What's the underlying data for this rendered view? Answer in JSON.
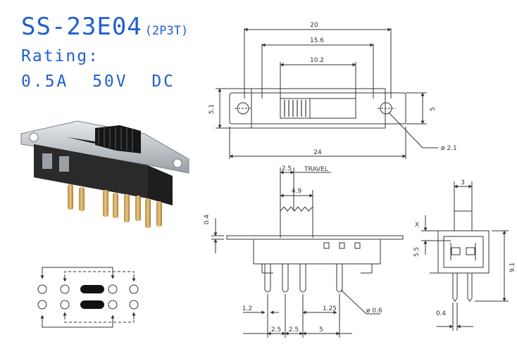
{
  "header": {
    "model": "SS-23E04",
    "model_suffix": "(2P3T)",
    "rating_label": "Rating:",
    "rating_value": "0.5A  50V  DC"
  },
  "top_view": {
    "dim_overall_frame": "20",
    "dim_mid": "15.6",
    "dim_slot": "10.2",
    "dim_height": "5.1",
    "dim_width": "5",
    "dim_length": "24",
    "dim_hole": "ø 2.1"
  },
  "front_view": {
    "dim_travel": "2.5",
    "travel_label": "TRAVEL",
    "dim_actuator": "4.9",
    "dim_plate": "0.4",
    "dim_pin_w": "1.2",
    "dim_pin_gap": "1.25",
    "dim_pin_dia": "ø 0.6",
    "dim_pitch_1": "2.5",
    "dim_pitch_2": "2.5",
    "dim_pitch_3": "5"
  },
  "side_view": {
    "dim_top": "3",
    "dim_x": "X",
    "dim_body": "5.5",
    "dim_total": "9.1",
    "dim_pin": "0.4"
  },
  "colors": {
    "title": "#1f5fd0",
    "line": "#333333",
    "body": "#1a1a1a",
    "metal": "#b9bec4"
  }
}
